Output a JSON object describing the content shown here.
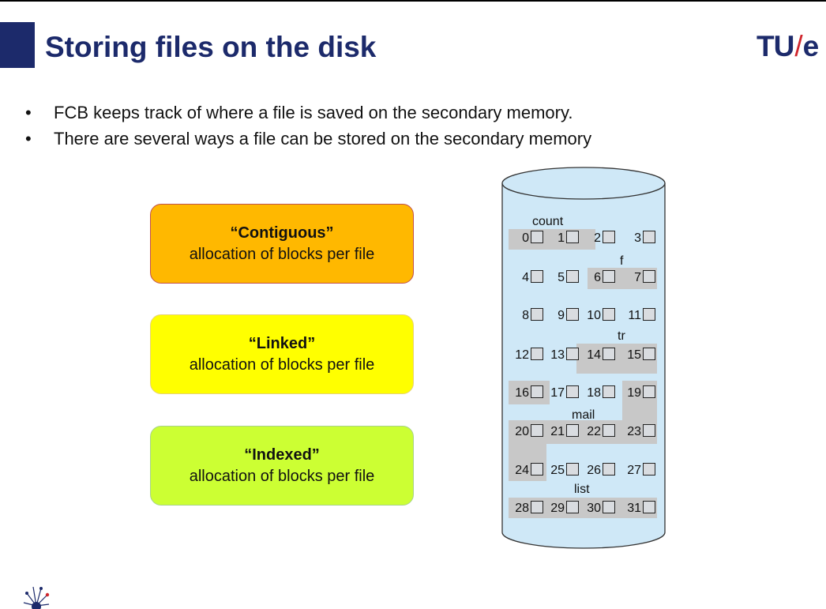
{
  "title": "Storing files on the disk",
  "logo": {
    "left": "TU",
    "slash": "/",
    "right": "e"
  },
  "bullets": [
    "FCB keeps track of where a file is saved on the secondary memory.",
    "There are several ways a file can be stored on the secondary memory"
  ],
  "allocation_methods": [
    {
      "name": "“Contiguous”",
      "description": "allocation of blocks per file",
      "color": "#ffb800"
    },
    {
      "name": "“Linked”",
      "description": "allocation of blocks per file",
      "color": "#ffff00"
    },
    {
      "name": "“Indexed”",
      "description": "allocation of blocks per file",
      "color": "#ccff33"
    }
  ],
  "disk": {
    "blocks": [
      "0",
      "1",
      "2",
      "3",
      "4",
      "5",
      "6",
      "7",
      "8",
      "9",
      "10",
      "11",
      "12",
      "13",
      "14",
      "15",
      "16",
      "17",
      "18",
      "19",
      "20",
      "21",
      "22",
      "23",
      "24",
      "25",
      "26",
      "27",
      "28",
      "29",
      "30",
      "31"
    ],
    "file_labels": [
      "count",
      "f",
      "tr",
      "mail",
      "list"
    ],
    "fill_color": "#cfe8f7",
    "highlight_color": "#c8c8c8"
  }
}
